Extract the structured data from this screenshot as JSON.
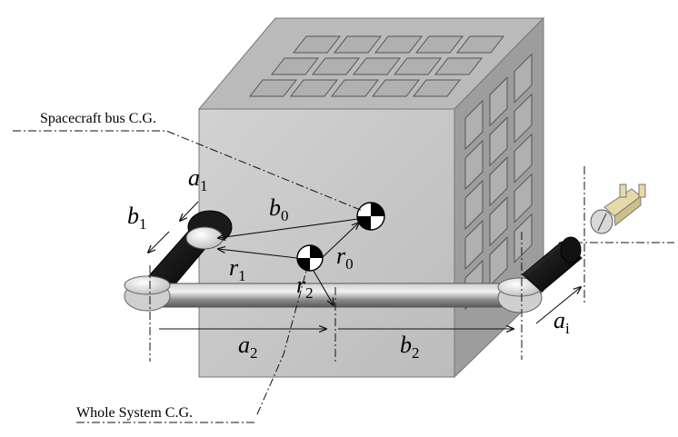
{
  "labels": {
    "bus_cg": "Spacecraft bus C.G.",
    "system_cg": "Whole System C.G."
  },
  "symbols": {
    "a1": {
      "base": "a",
      "sub": "1"
    },
    "b1": {
      "base": "b",
      "sub": "1"
    },
    "b0": {
      "base": "b",
      "sub": "0"
    },
    "r1": {
      "base": "r",
      "sub": "1"
    },
    "r0": {
      "base": "r",
      "sub": "0"
    },
    "r2": {
      "base": "r",
      "sub": "2"
    },
    "a2": {
      "base": "a",
      "sub": "2"
    },
    "b2": {
      "base": "b",
      "sub": "2"
    },
    "ai": {
      "base": "a",
      "sub": "i"
    }
  },
  "colors": {
    "cube_front": "#c9c9c9",
    "cube_top": "#b9b9b9",
    "cube_side": "#9a9a9a",
    "panel": "#b0b0b0",
    "panel_stroke": "#555555",
    "arm_dark": "#2a2a2a",
    "arm_light": "#e8e8e8"
  }
}
